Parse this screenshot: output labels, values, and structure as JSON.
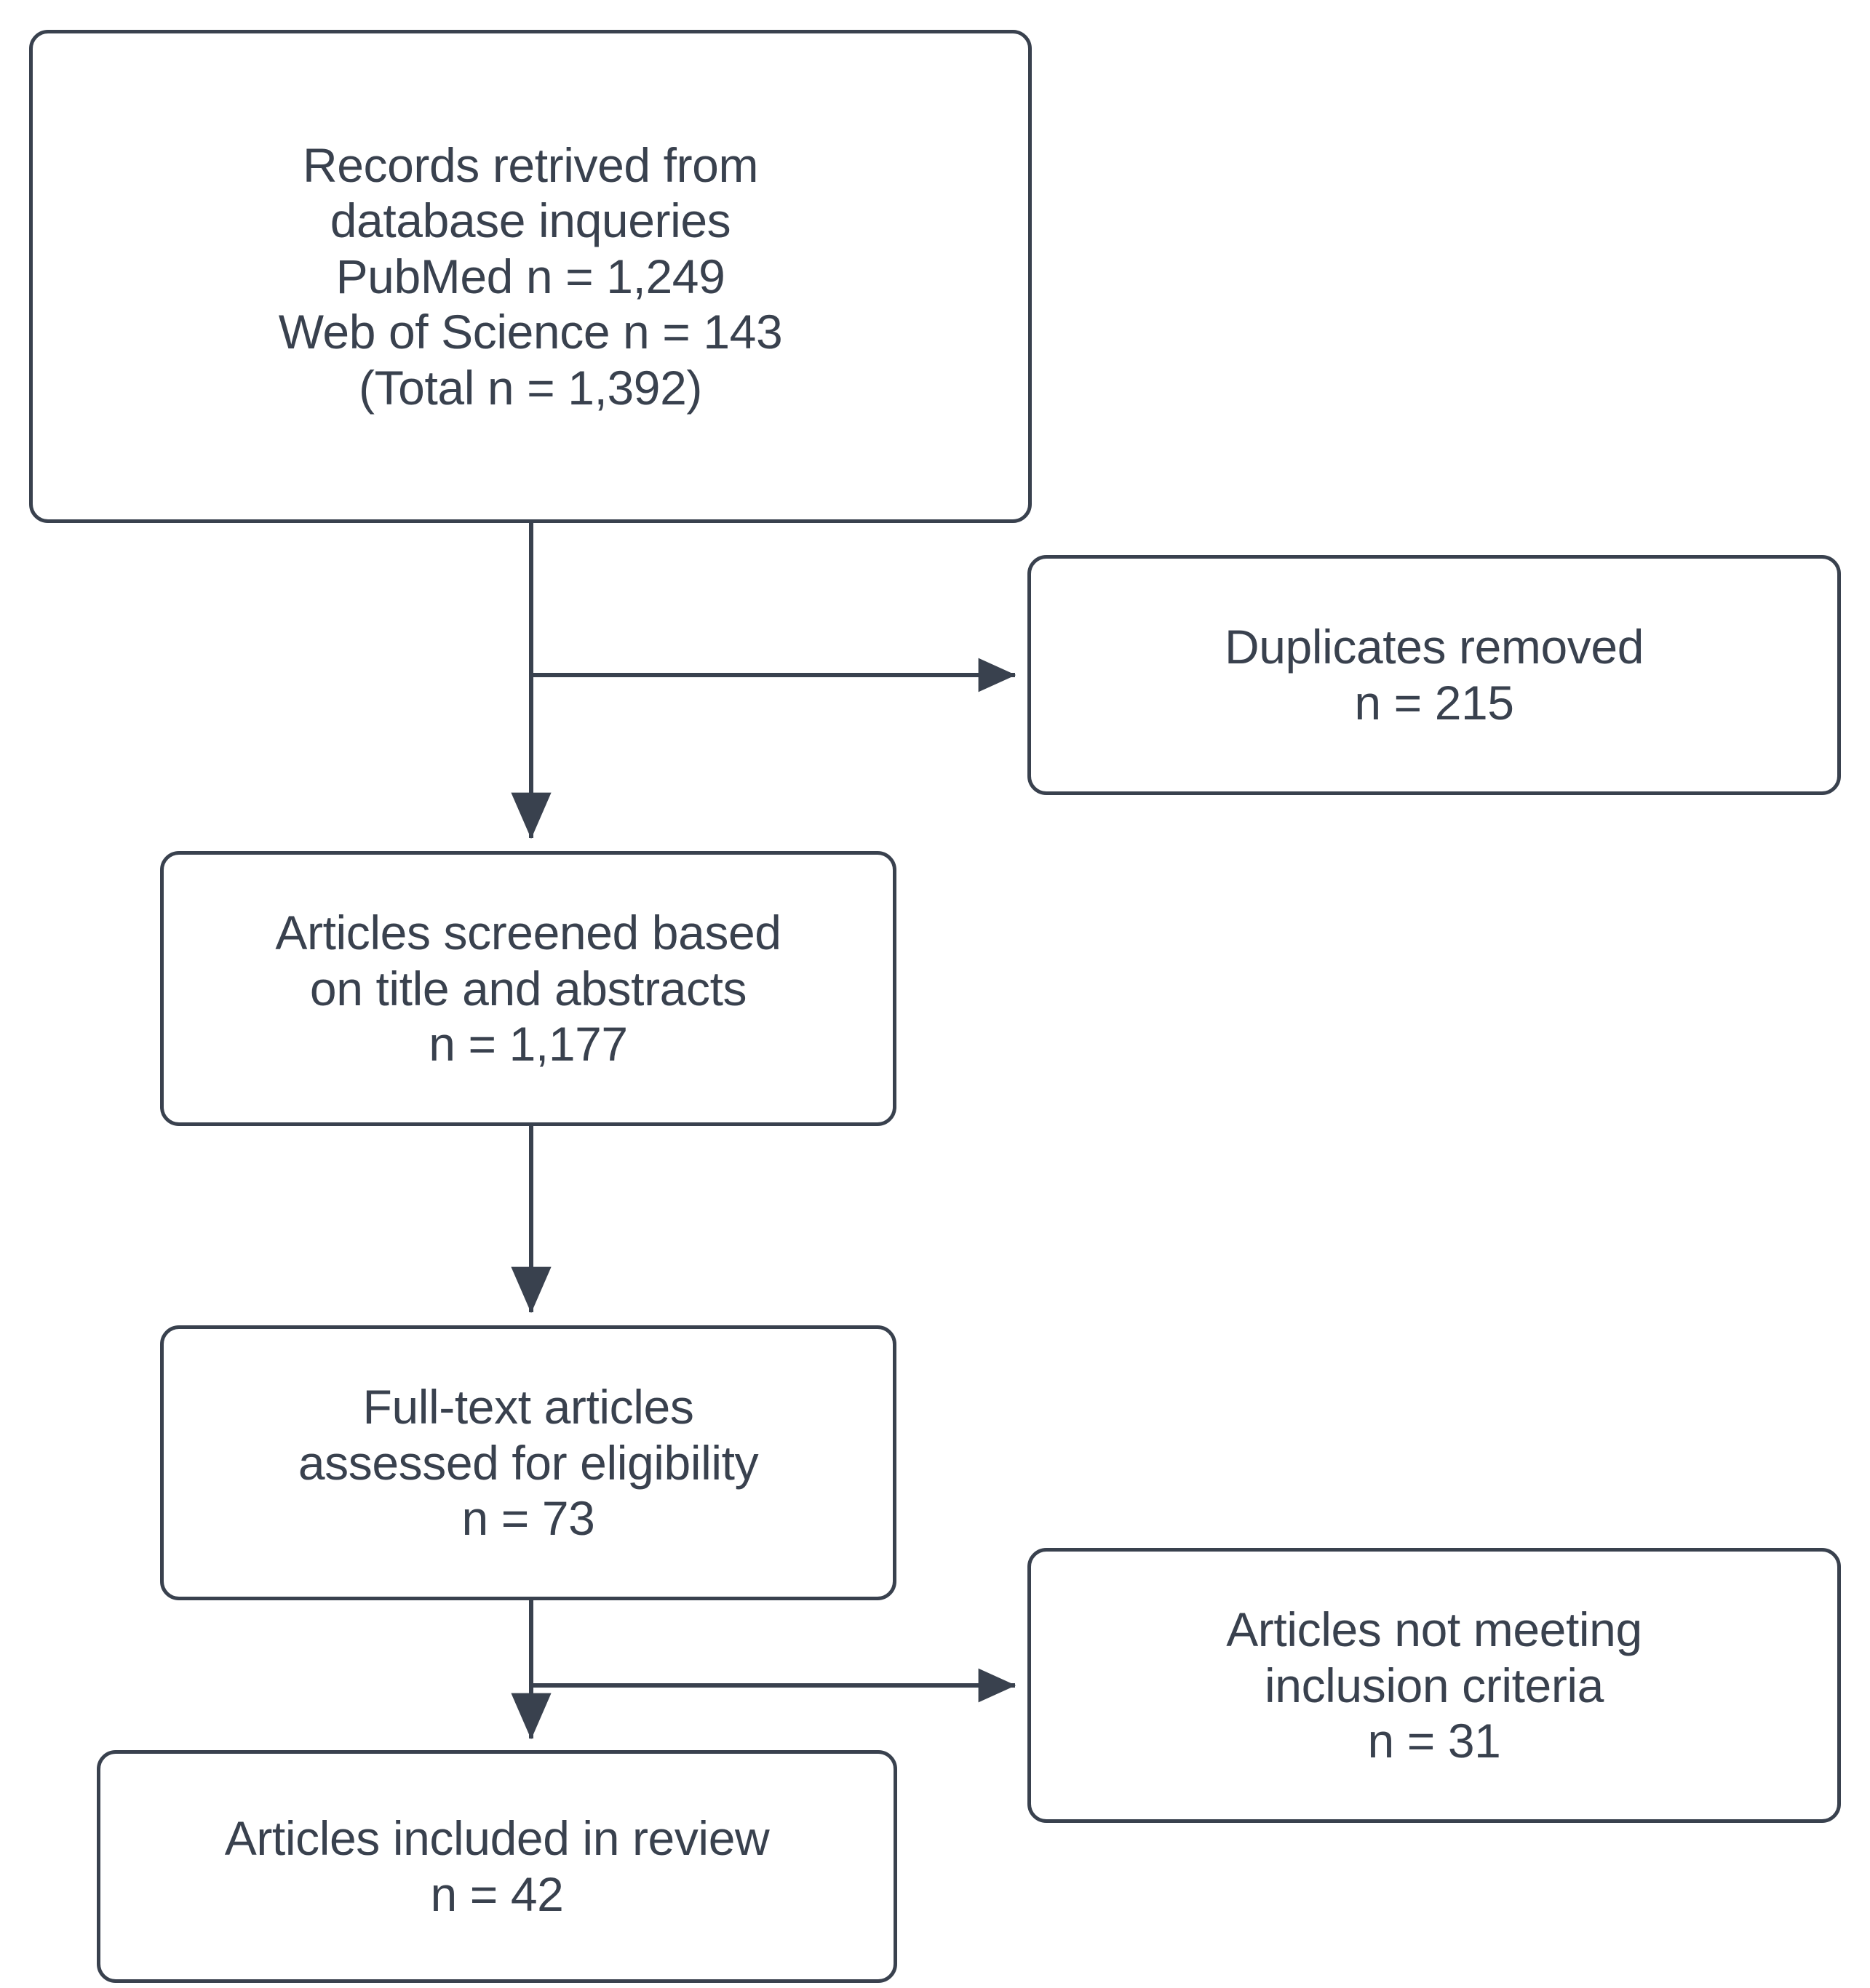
{
  "diagram": {
    "type": "prisma-flow-diagram",
    "stroke_color": "#39414e",
    "background_color": "#ffffff",
    "boxes": {
      "records": {
        "lines": [
          "Records retrived from",
          "database inqueries",
          "PubMed n = 1,249",
          "Web of Science n = 143",
          "(Total n = 1,392)"
        ],
        "counts": {
          "pubmed": "1,249",
          "web_of_science": "143",
          "total": "1,392"
        }
      },
      "duplicates": {
        "lines": [
          "Duplicates removed",
          "n = 215"
        ],
        "count": "215"
      },
      "screened": {
        "lines": [
          "Articles screened based",
          "on title and abstracts",
          "n = 1,177"
        ],
        "count": "1,177"
      },
      "fulltext": {
        "lines": [
          "Full-text articles",
          "assessed for eligibility",
          "n = 73"
        ],
        "count": "73"
      },
      "excluded": {
        "lines": [
          "Articles not meeting",
          "inclusion criteria",
          "n = 31"
        ],
        "count": "31"
      },
      "included": {
        "lines": [
          "Articles included in review",
          "n = 42"
        ],
        "count": "42"
      }
    },
    "connectors": [
      {
        "name": "records-to-duplicates",
        "from": "records",
        "to": "duplicates",
        "direction": "right"
      },
      {
        "name": "records-to-screened",
        "from": "records",
        "to": "screened",
        "direction": "down"
      },
      {
        "name": "screened-to-fulltext",
        "from": "screened",
        "to": "fulltext",
        "direction": "down"
      },
      {
        "name": "fulltext-to-excluded",
        "from": "fulltext",
        "to": "excluded",
        "direction": "right"
      },
      {
        "name": "fulltext-to-included",
        "from": "fulltext",
        "to": "included",
        "direction": "down"
      }
    ]
  }
}
